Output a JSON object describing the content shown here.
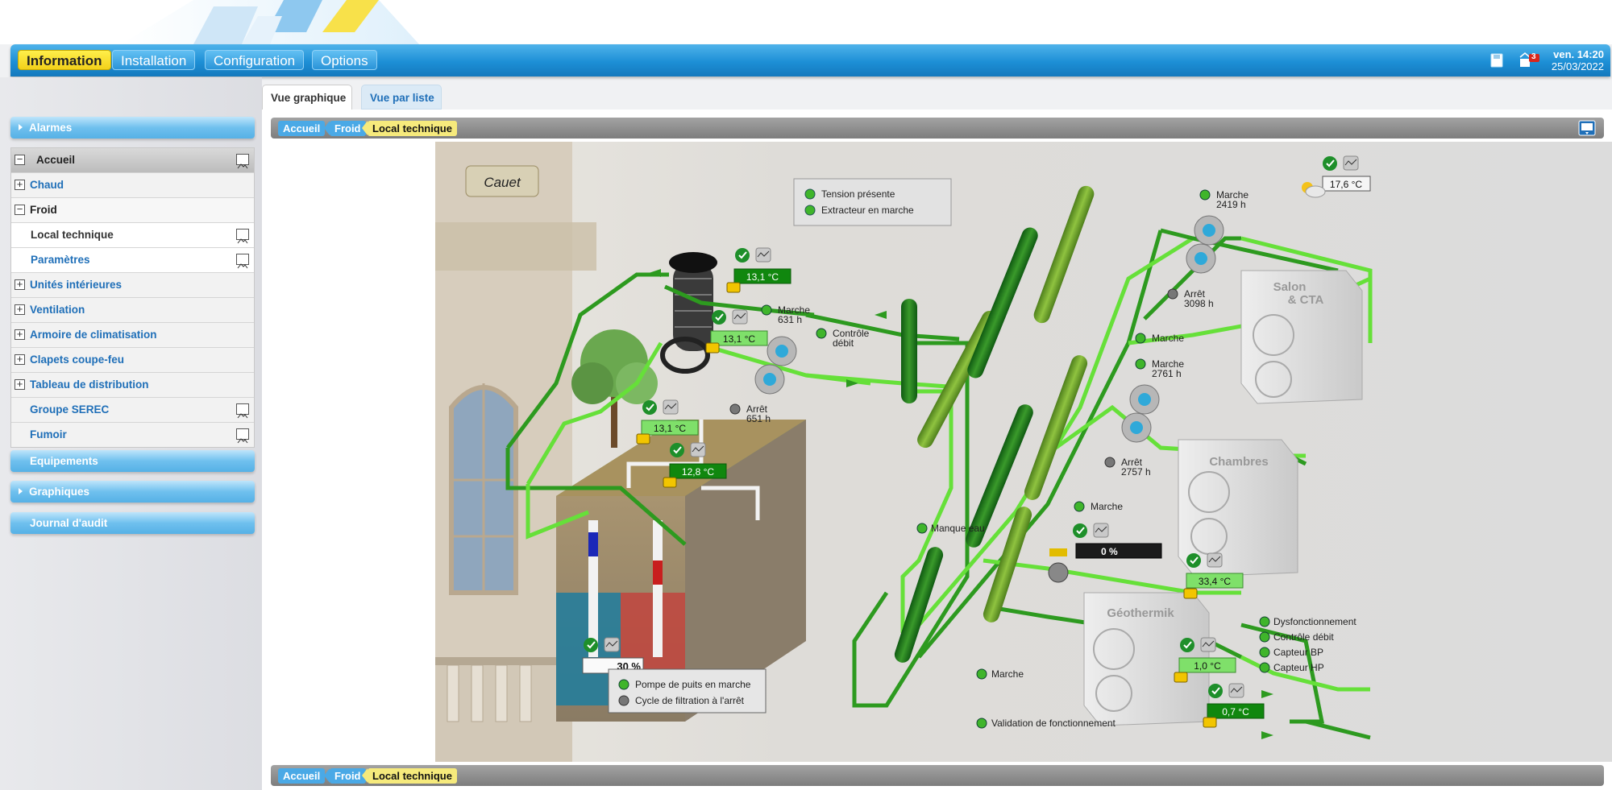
{
  "nav": {
    "items": [
      "Information",
      "Installation",
      "Configuration",
      "Options"
    ],
    "clock_day": "ven. 14:20",
    "clock_date": "25/03/2022",
    "alarm_count": "3"
  },
  "sidebar": {
    "alarmes": "Alarmes",
    "tree": {
      "accueil": "Accueil",
      "chaud": "Chaud",
      "froid": "Froid",
      "local_technique": "Local technique",
      "parametres": "Paramètres",
      "unites": "Unités intérieures",
      "ventilation": "Ventilation",
      "armoire": "Armoire de climatisation",
      "clapets": "Clapets coupe-feu",
      "tableau": "Tableau de distribution",
      "groupe": "Groupe SEREC",
      "fumoir": "Fumoir"
    },
    "equipements": "Equipements",
    "graphiques": "Graphiques",
    "journal": "Journal d'audit"
  },
  "tabs": {
    "graphique": "Vue graphique",
    "liste": "Vue par liste"
  },
  "breadcrumb": {
    "home": "Accueil",
    "parent": "Froid",
    "current": "Local technique"
  },
  "diagram": {
    "logo": "Cauet",
    "legend_tension": "Tension présente",
    "legend_extracteur": "Extracteur en marche",
    "t_top": "13,1 °C",
    "t_mid": "13,1 °C",
    "t_left": "13,1 °C",
    "t_well": "12,8 °C",
    "t_outdoor": "17,6 °C",
    "t_geo_out": "33,4 °C",
    "t_geo_in1": "1,0 °C",
    "t_geo_in2": "0,7 °C",
    "valve_pct": "0 %",
    "pump_pct": "30 %",
    "marche": "Marche",
    "arret": "Arrêt",
    "h_631": "631 h",
    "h_651": "651 h",
    "h_2419": "2419 h",
    "h_3098": "3098 h",
    "h_2761": "2761 h",
    "h_2757": "2757 h",
    "controle_debit_l1": "Contrôle",
    "controle_debit_l2": "débit",
    "manque_eau": "Manque eau",
    "salon_l1": "Salon",
    "salon_l2": "& CTA",
    "chambres": "Chambres",
    "geothermik": "Géothermik",
    "well_pump_on": "Pompe de puits en marche",
    "filtration_off": "Cycle de filtration à l'arrêt",
    "dysfonctionnement": "Dysfonctionnement",
    "controle_debit": "Contrôle débit",
    "capteur_bp": "Capteur BP",
    "capteur_hp": "Capteur HP",
    "validation": "Validation de fonctionnement"
  }
}
